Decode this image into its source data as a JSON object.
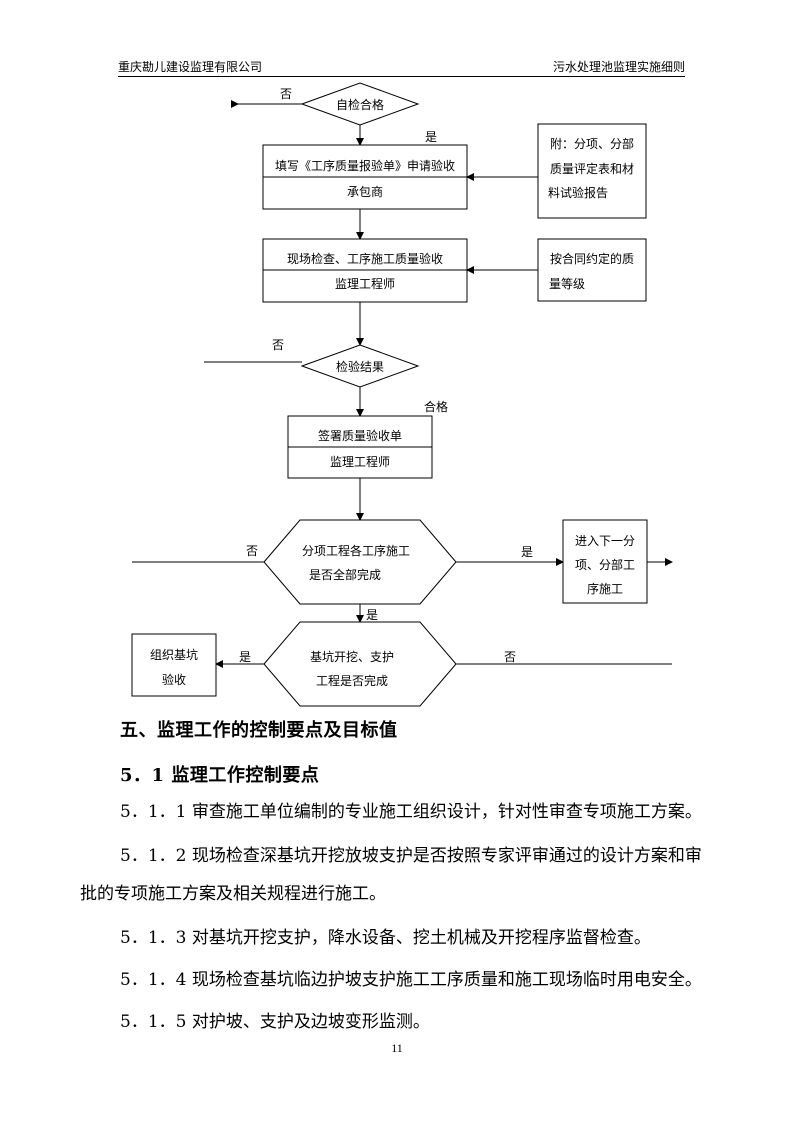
{
  "header": {
    "company": "重庆勘儿建设监理有限公司",
    "document": "污水处理池监理实施细则"
  },
  "flow": {
    "self_check": "自检合格",
    "no_1": "否",
    "yes_1": "是",
    "fill_form_line1": "填写《工序质量报验单》申请验收",
    "fill_form_line2": "承包商",
    "attach_line1": "附：分项、分部",
    "attach_line2": "质量评定表和材",
    "attach_line3": "料试验报告",
    "inspect_line1": "现场检查、工序施工质量验收",
    "inspect_line2": "监理工程师",
    "contract_line1": "按合同约定的质",
    "contract_line2": "量等级",
    "no_2": "否",
    "result": "检验结果",
    "pass": "合格",
    "sign_line1": "签署质量验收单",
    "sign_line2": "监理工程师",
    "no_3": "否",
    "complete_line1": "分项工程各工序施工",
    "complete_line2": "是否全部完成",
    "yes_3": "是",
    "next_line1": "进入下一分",
    "next_line2": "项、分部工",
    "next_line3": "序施工",
    "yes_4": "是",
    "pit_line1": "基坑开挖、支护",
    "pit_line2": "工程是否完成",
    "yes_5": "是",
    "no_5": "否",
    "accept_line1": "组织基坑",
    "accept_line2": "验收"
  },
  "section_title": "五、监理工作的控制要点及目标值",
  "subsection_title": "5．1 监理工作控制要点",
  "items": [
    "5．1．1 审查施工单位编制的专业施工组织设计，针对性审查专项施工方案。",
    "5．1．2 现场检查深基坑开挖放坡支护是否按照专家评审通过的设计方案和审",
    "批的专项施工方案及相关规程进行施工。",
    "5．1．3 对基坑开挖支护，降水设备、挖土机械及开挖程序监督检查。",
    "5．1．4 现场检查基坑临边护坡支护施工工序质量和施工现场临时用电安全。",
    "5．1．5 对护坡、支护及边坡变形监测。"
  ],
  "page_number": "11"
}
